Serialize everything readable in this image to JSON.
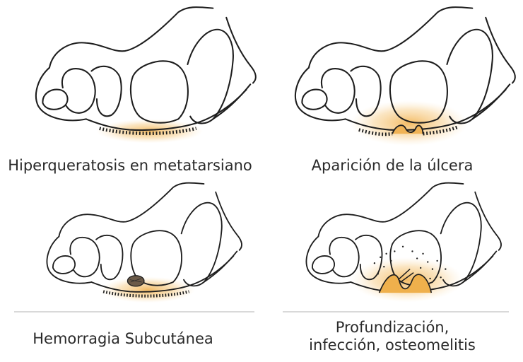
{
  "panels": [
    {
      "caption": "Hiperqueratosis en metatarsiano",
      "stage": "hyperkeratosis"
    },
    {
      "caption": "Aparición de la úlcera",
      "stage": "ulcer"
    },
    {
      "caption": "Hemorragia Subcutánea",
      "stage": "hemorrhage"
    },
    {
      "caption_line1": "Profundización,",
      "caption_line2": "infección, osteomelitis",
      "stage": "deep-infection"
    }
  ],
  "colors": {
    "outline": "#1e1e1e",
    "lesion": "#e9a93a",
    "callus": "#c98a2a",
    "separator": "#d9d9d9"
  }
}
